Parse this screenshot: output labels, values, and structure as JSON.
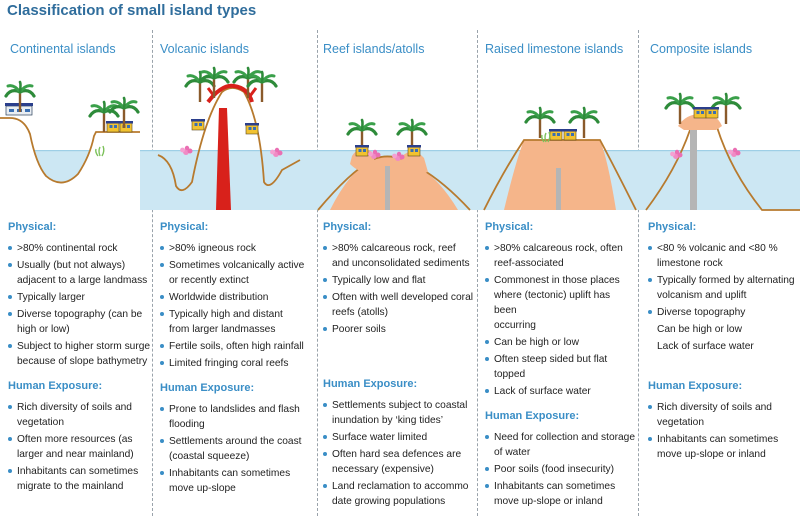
{
  "title": "Classification of small island types",
  "colors": {
    "accent": "#3a8ec6",
    "water": "#cce7f3",
    "land": "#f5b58a",
    "ground_line": "#b77a2e",
    "volcano_red": "#d8211b",
    "rock_grey": "#b5b5b5",
    "coral": "#f08bc5"
  },
  "columns": [
    {
      "header": "Continental islands",
      "physical_title": "Physical:",
      "physical": [
        {
          "text": ">80% continental rock",
          "bullet": true
        },
        {
          "text": "Usually (but not always)\nadjacent to a large landmass",
          "bullet": true
        },
        {
          "text": "Typically larger",
          "bullet": true
        },
        {
          "text": "Diverse topography (can be\nhigh or low)",
          "bullet": true
        },
        {
          "text": "Subject to higher storm surge\nbecause of slope bathymetry",
          "bullet": true
        }
      ],
      "human_title": "Human Exposure:",
      "human": [
        {
          "text": "Rich diversity of soils and\nvegetation",
          "bullet": true
        },
        {
          "text": "Often more resources (as\nlarger and near mainland)",
          "bullet": true
        },
        {
          "text": "Inhabitants can sometimes\nmigrate to the mainland",
          "bullet": true
        }
      ]
    },
    {
      "header": "Volcanic islands",
      "physical_title": "Physical:",
      "physical": [
        {
          "text": ">80% igneous rock",
          "bullet": true
        },
        {
          "text": "Sometimes volcanically active\nor recently extinct",
          "bullet": true
        },
        {
          "text": " Worldwide distribution",
          "bullet": true
        },
        {
          "text": "Typically high and distant\nfrom larger landmasses",
          "bullet": true
        },
        {
          "text": "Fertile soils, often high rainfall",
          "bullet": true
        },
        {
          "text": "Limited fringing coral reefs",
          "bullet": true
        }
      ],
      "human_title": "Human Exposure:",
      "human": [
        {
          "text": "Prone to landslides and flash\nflooding",
          "bullet": true
        },
        {
          "text": "Settlements around the coast\n(coastal squeeze)",
          "bullet": true
        },
        {
          "text": "Inhabitants can sometimes\nmove up-slope",
          "bullet": true
        }
      ]
    },
    {
      "header": "Reef islands/atolls",
      "physical_title": "Physical:",
      "physical": [
        {
          "text": ">80% calcareous rock, reef\nand unconsolidated sediments",
          "bullet": true
        },
        {
          "text": "Typically low and flat",
          "bullet": true
        },
        {
          "text": "Often with well developed coral\nreefs (atolls)",
          "bullet": true
        },
        {
          "text": "Poorer soils",
          "bullet": true
        }
      ],
      "human_title": "Human Exposure:",
      "human": [
        {
          "text": "Settlements subject to coastal\ninundation by ‘king tides’",
          "bullet": true
        },
        {
          "text": "Surface water limited",
          "bullet": true
        },
        {
          "text": "Often hard sea defences are\nnecessary (expensive)",
          "bullet": true
        },
        {
          "text": "Land reclamation to accommo\ndate growing populations",
          "bullet": true
        }
      ]
    },
    {
      "header": "Raised limestone islands",
      "physical_title": "Physical:",
      "physical": [
        {
          "text": ">80% calcareous rock, often\nreef-associated",
          "bullet": true
        },
        {
          "text": "Commonest in those places\nwhere (tectonic) uplift has been\noccurring",
          "bullet": true
        },
        {
          "text": "Can be high or low",
          "bullet": true
        },
        {
          "text": "Often steep sided but flat topped",
          "bullet": true
        },
        {
          "text": "Lack of surface water",
          "bullet": true
        }
      ],
      "human_title": "Human Exposure:",
      "human": [
        {
          "text": "Need for collection and storage\nof water",
          "bullet": true
        },
        {
          "text": "Poor soils (food insecurity)",
          "bullet": true
        },
        {
          "text": "Inhabitants can sometimes\nmove up-slope or inland",
          "bullet": true
        }
      ]
    },
    {
      "header": "Composite islands",
      "physical_title": "Physical:",
      "physical": [
        {
          "text": "<80 % volcanic and <80 %\nlimestone rock",
          "bullet": true
        },
        {
          "text": "Typically formed by alternating\nvolcanism and uplift",
          "bullet": true
        },
        {
          "text": "Diverse topography",
          "bullet": true
        },
        {
          "text": "Can be high or low",
          "bullet": false
        },
        {
          "text": "Lack of surface water",
          "bullet": false
        }
      ],
      "human_title": "Human Exposure:",
      "human": [
        {
          "text": "Rich diversity of soils and\nvegetation",
          "bullet": true
        },
        {
          "text": "Inhabitants can sometimes\nmove up-slope or inland",
          "bullet": true
        }
      ]
    }
  ]
}
